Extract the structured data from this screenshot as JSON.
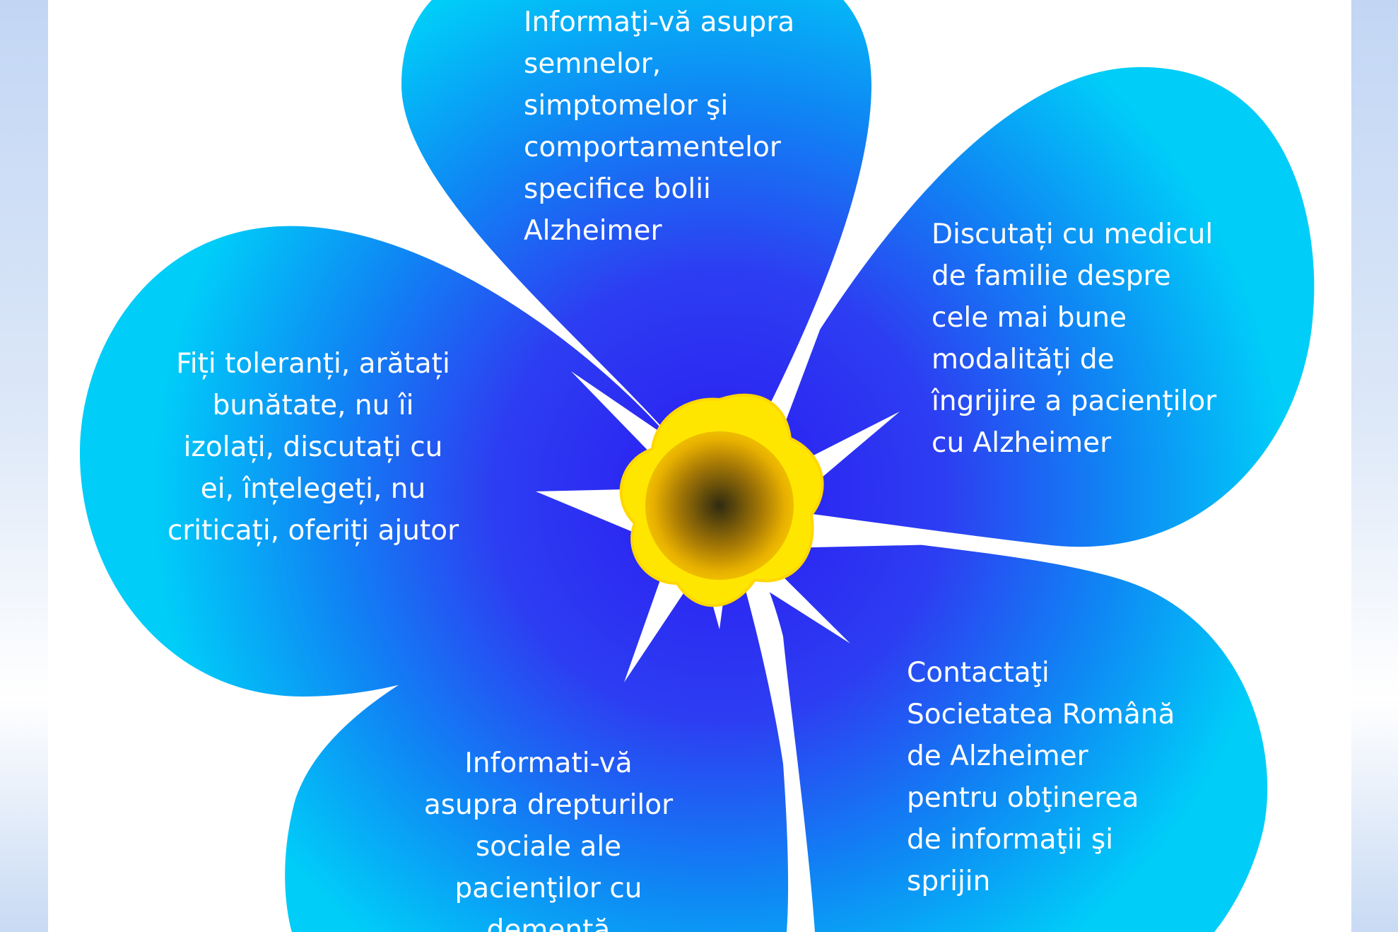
{
  "colors": {
    "petal_center": "#2a1af2",
    "petal_edge": "#00cdf8",
    "star": "#ffffff",
    "flower_center_outer": "#ffe600",
    "flower_center_inner": "#2f2a10",
    "side_band": "#c8daf4"
  },
  "petals": {
    "top": "Informaţi-vă asupra\nsemnelor,\nsimptomelor şi\ncomportamentelor\nspecifice bolii\nAlzheimer",
    "right": "Discutați cu medicul\nde familie despre\ncele mai bune\nmodalități de\nîngrijire a pacienților\ncu Alzheimer",
    "left": "Fiți  toleranți, arătați\nbunătate, nu îi\nizolați, discutați cu\nei, înțelegeți, nu\ncriticați, oferiți ajutor",
    "bottom_left": "Informati-vă\nasupra drepturilor\nsociale ale\npacienţilor cu\ndementă",
    "bottom_right": "Contactaţi\nSocietatea Română\nde Alzheimer\npentru obţinerea\nde informaţii şi\nsprijin"
  }
}
